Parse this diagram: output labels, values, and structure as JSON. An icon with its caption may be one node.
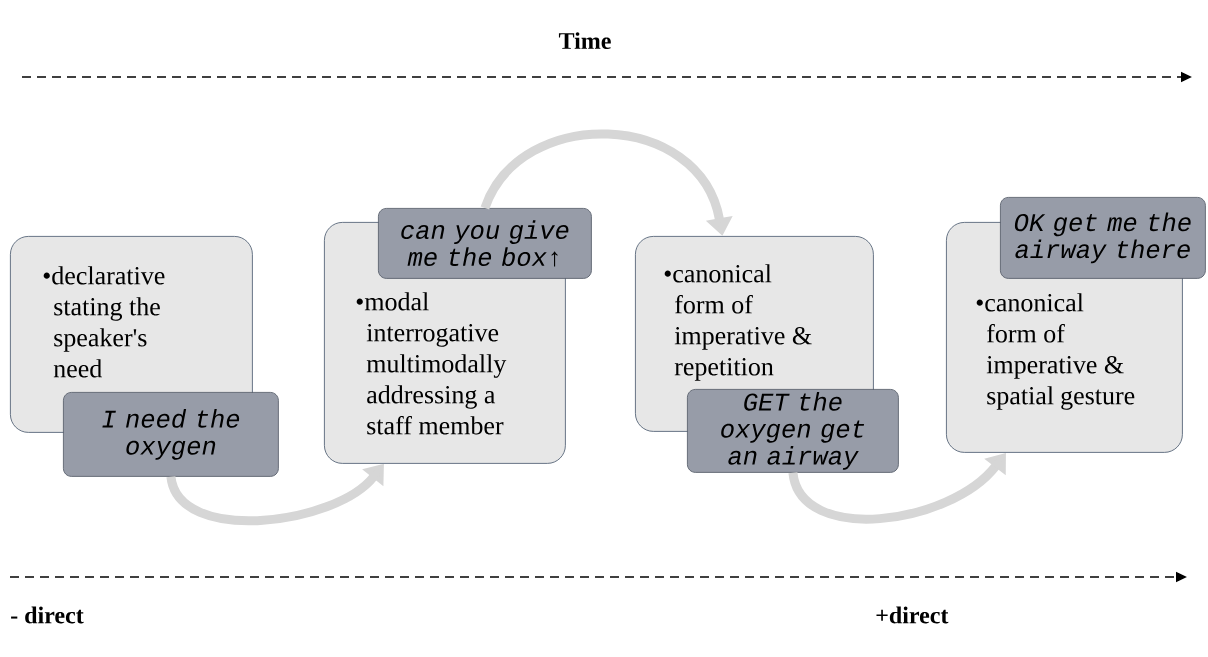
{
  "diagram": {
    "nodes": [
      {
        "text": [
          "•declarative stating the speaker's need"
        ]
      },
      {
        "text": [
          "I need the oxygen"
        ]
      },
      {
        "text": [
          "•modal interrogative multimodally addressing a staff member"
        ]
      },
      {
        "text": [
          "can you give me the box↑"
        ]
      },
      {
        "text": [
          "•canonical form of imperative & repetition"
        ]
      },
      {
        "text": [
          "GET the oxygen get an airway"
        ]
      },
      {
        "text": [
          "•canonical form of imperative & spatial gesture"
        ]
      },
      {
        "text": [
          "OK get me the airway there"
        ]
      }
    ],
    "edges": [
      {
        "from": 1,
        "to": 2,
        "arrow": "to"
      },
      {
        "from": 3,
        "to": 4,
        "arrow": "to"
      },
      {
        "from": 5,
        "to": 6,
        "arrow": "to"
      }
    ],
    "labels": [
      "Time",
      "- direct",
      "+direct"
    ]
  }
}
